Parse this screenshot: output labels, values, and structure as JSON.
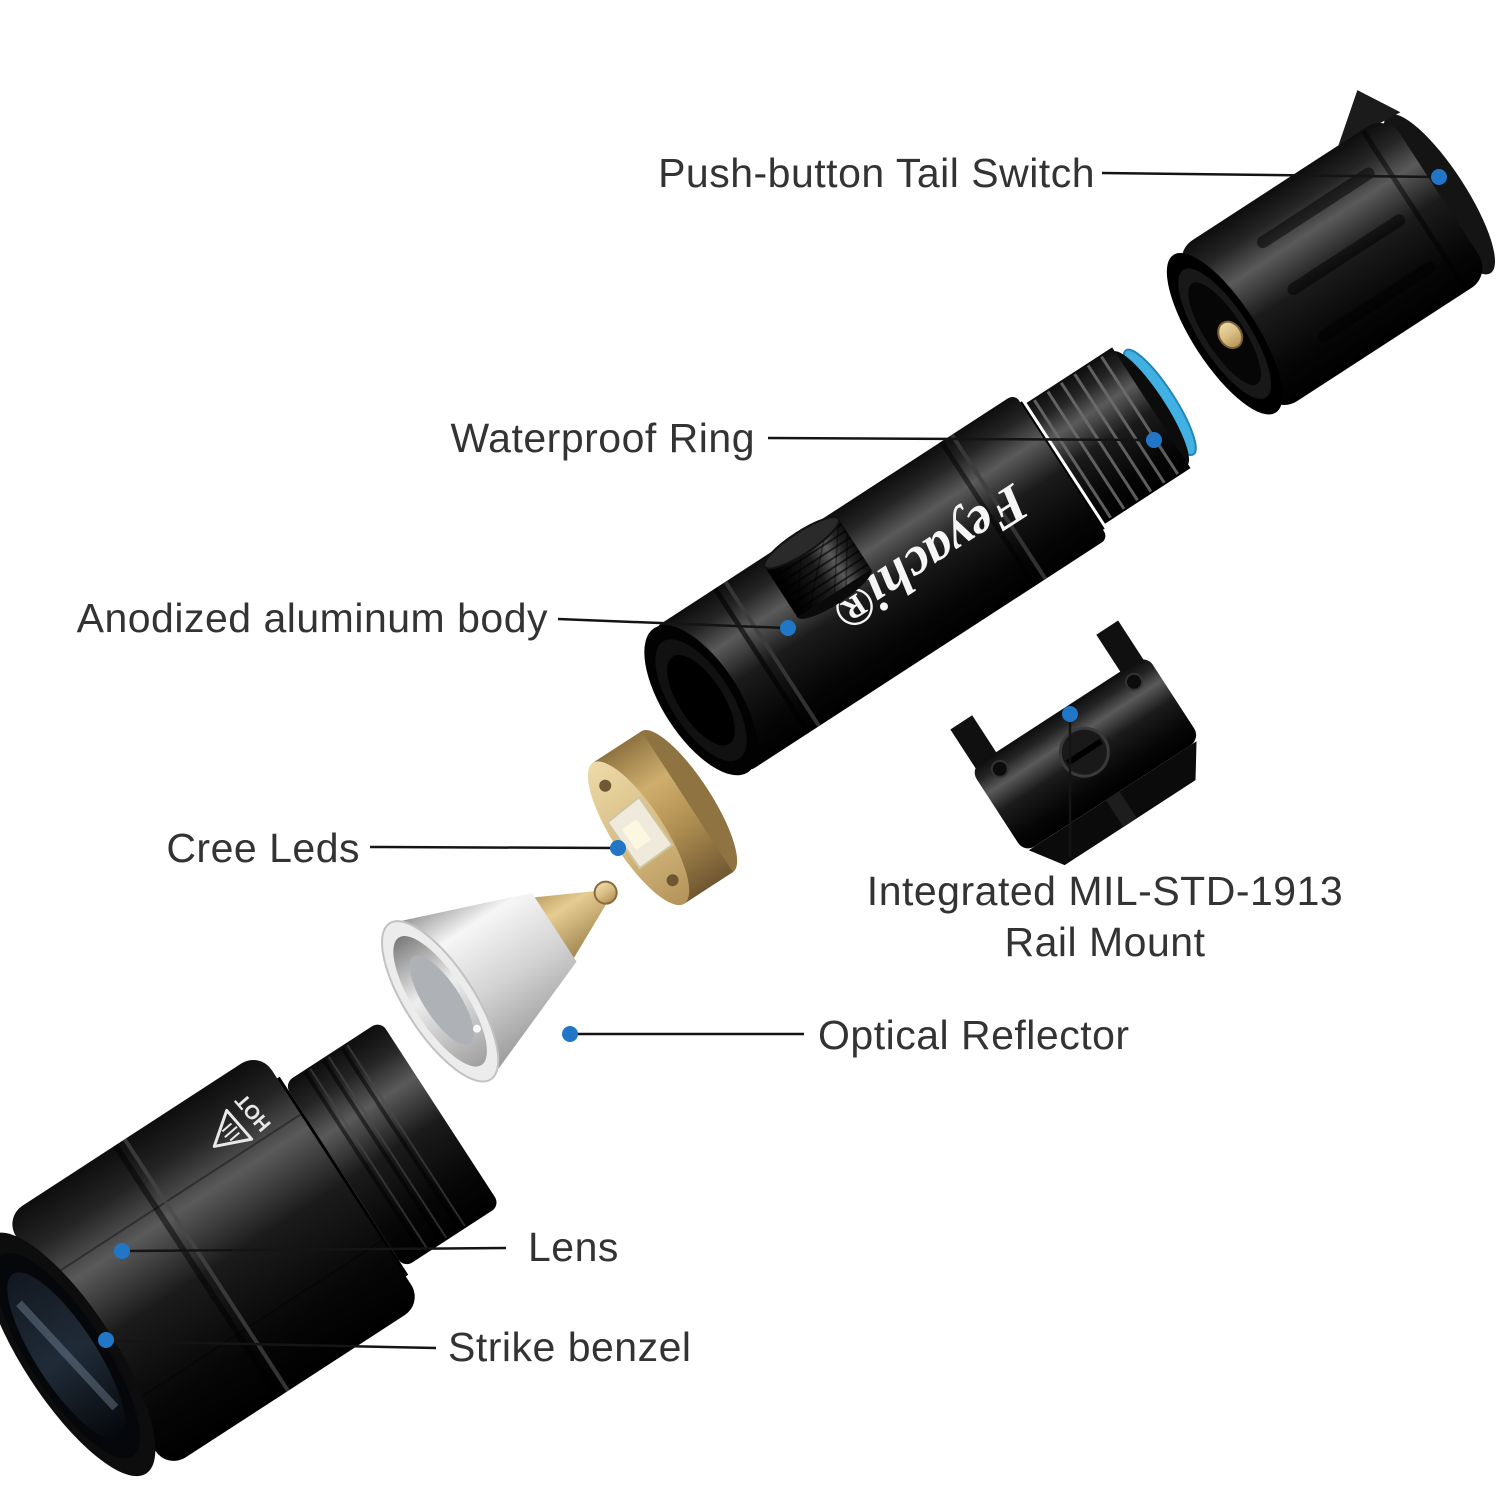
{
  "diagram": {
    "background": "#ffffff",
    "accent_color": "#2176c7",
    "line_color": "#141414",
    "text_color": "#333333",
    "labels": [
      {
        "id": "tail-switch",
        "text": "Push-button Tail Switch"
      },
      {
        "id": "waterproof-ring",
        "text": "Waterproof Ring"
      },
      {
        "id": "aluminum-body",
        "text": "Anodized aluminum body"
      },
      {
        "id": "cree-leds",
        "text": "Cree Leds"
      },
      {
        "id": "rail-mount",
        "line1": "Integrated MIL-STD-1913",
        "line2": "Rail Mount"
      },
      {
        "id": "optical-reflector",
        "text": "Optical Reflector"
      },
      {
        "id": "lens",
        "text": "Lens"
      },
      {
        "id": "strike-bezel",
        "text": "Strike benzel"
      }
    ],
    "flashlight": {
      "brand": "Feyachi®",
      "hot_label": "HOT"
    }
  }
}
